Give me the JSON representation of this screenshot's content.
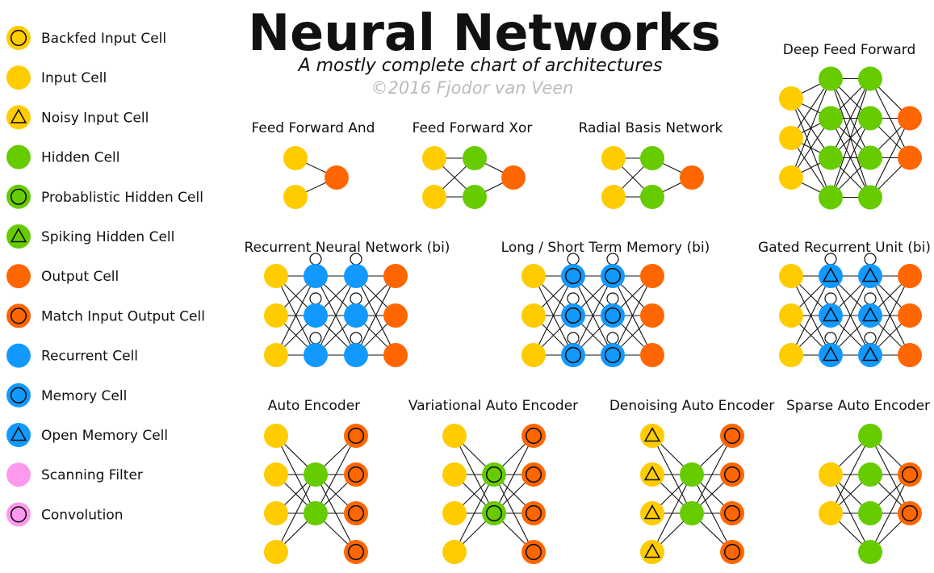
{
  "header": {
    "title": "Neural Networks",
    "subtitle": "A mostly complete chart of architectures",
    "copyright": "©2016 Fjodor van Veen"
  },
  "colors": {
    "input": "#FFCC00",
    "hidden": "#66CC00",
    "output": "#FF6600",
    "recurrent": "#1199FF",
    "scanning": "#FF99EE",
    "edge": "#111111",
    "copyright_text": "#BBBBBB"
  },
  "legend": [
    {
      "label": "Backfed Input Cell",
      "color": "input",
      "mark": "circle"
    },
    {
      "label": "Input Cell",
      "color": "input",
      "mark": "none"
    },
    {
      "label": "Noisy Input Cell",
      "color": "input",
      "mark": "triangle"
    },
    {
      "label": "Hidden Cell",
      "color": "hidden",
      "mark": "none"
    },
    {
      "label": "Probablistic Hidden Cell",
      "color": "hidden",
      "mark": "circle"
    },
    {
      "label": "Spiking Hidden Cell",
      "color": "hidden",
      "mark": "triangle"
    },
    {
      "label": "Output Cell",
      "color": "output",
      "mark": "none"
    },
    {
      "label": "Match Input Output Cell",
      "color": "output",
      "mark": "circle"
    },
    {
      "label": "Recurrent Cell",
      "color": "recurrent",
      "mark": "none"
    },
    {
      "label": "Memory Cell",
      "color": "recurrent",
      "mark": "circle"
    },
    {
      "label": "Open Memory Cell",
      "color": "recurrent",
      "mark": "triangle"
    },
    {
      "label": "Scanning Filter",
      "color": "scanning",
      "mark": "none"
    },
    {
      "label": "Convolution",
      "color": "scanning",
      "mark": "circle"
    }
  ],
  "networks": [
    {
      "title": "Feed Forward And",
      "layers": [
        {
          "type": "input",
          "n": 2
        },
        {
          "type": "output",
          "n": 1
        }
      ]
    },
    {
      "title": "Feed Forward Xor",
      "layers": [
        {
          "type": "input",
          "n": 2
        },
        {
          "type": "hidden",
          "n": 2
        },
        {
          "type": "output",
          "n": 1
        }
      ]
    },
    {
      "title": "Radial Basis Network",
      "layers": [
        {
          "type": "input",
          "n": 2
        },
        {
          "type": "hidden",
          "n": 2
        },
        {
          "type": "output",
          "n": 1
        }
      ]
    },
    {
      "title": "Deep Feed Forward",
      "layers": [
        {
          "type": "input",
          "n": 3
        },
        {
          "type": "hidden",
          "n": 4
        },
        {
          "type": "hidden",
          "n": 4
        },
        {
          "type": "output",
          "n": 2
        }
      ]
    },
    {
      "title": "Recurrent Neural Network (bi)",
      "layers": [
        {
          "type": "input",
          "n": 3
        },
        {
          "type": "recurrent",
          "n": 3
        },
        {
          "type": "recurrent",
          "n": 3
        },
        {
          "type": "output",
          "n": 3
        }
      ]
    },
    {
      "title": "Long / Short Term Memory (bi)",
      "layers": [
        {
          "type": "input",
          "n": 3
        },
        {
          "type": "memory",
          "n": 3
        },
        {
          "type": "memory",
          "n": 3
        },
        {
          "type": "output",
          "n": 3
        }
      ]
    },
    {
      "title": "Gated Recurrent Unit (bi)",
      "layers": [
        {
          "type": "input",
          "n": 3
        },
        {
          "type": "open_memory",
          "n": 3
        },
        {
          "type": "open_memory",
          "n": 3
        },
        {
          "type": "output",
          "n": 3
        }
      ]
    },
    {
      "title": "Auto Encoder",
      "layers": [
        {
          "type": "input",
          "n": 4
        },
        {
          "type": "hidden",
          "n": 2
        },
        {
          "type": "match_output",
          "n": 4
        }
      ]
    },
    {
      "title": "Variational Auto Encoder",
      "layers": [
        {
          "type": "input",
          "n": 4
        },
        {
          "type": "probabilistic_hidden",
          "n": 2
        },
        {
          "type": "match_output",
          "n": 4
        }
      ]
    },
    {
      "title": "Denoising Auto Encoder",
      "layers": [
        {
          "type": "noisy_input",
          "n": 4
        },
        {
          "type": "hidden",
          "n": 2
        },
        {
          "type": "match_output",
          "n": 4
        }
      ]
    },
    {
      "title": "Sparse Auto Encoder",
      "layers": [
        {
          "type": "input",
          "n": 2
        },
        {
          "type": "hidden",
          "n": 4
        },
        {
          "type": "match_output",
          "n": 2
        }
      ]
    }
  ]
}
